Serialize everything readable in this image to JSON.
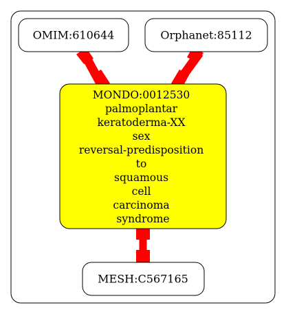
{
  "colors": {
    "background": "#ffffff",
    "stroke": "#000000",
    "center_fill": "#ffff00",
    "edge": "#ff0000",
    "node_fill": "#ffffff"
  },
  "nodes": {
    "omim": {
      "label": "OMIM:610644"
    },
    "orphanet": {
      "label": "Orphanet:85112"
    },
    "mondo": {
      "lines": [
        "MONDO:0012530",
        "palmoplantar",
        "keratoderma-XX",
        "sex",
        "reversal-predisposition",
        "to",
        "squamous",
        "cell",
        "carcinoma",
        "syndrome"
      ]
    },
    "mesh": {
      "label": "MESH:C567165"
    }
  }
}
